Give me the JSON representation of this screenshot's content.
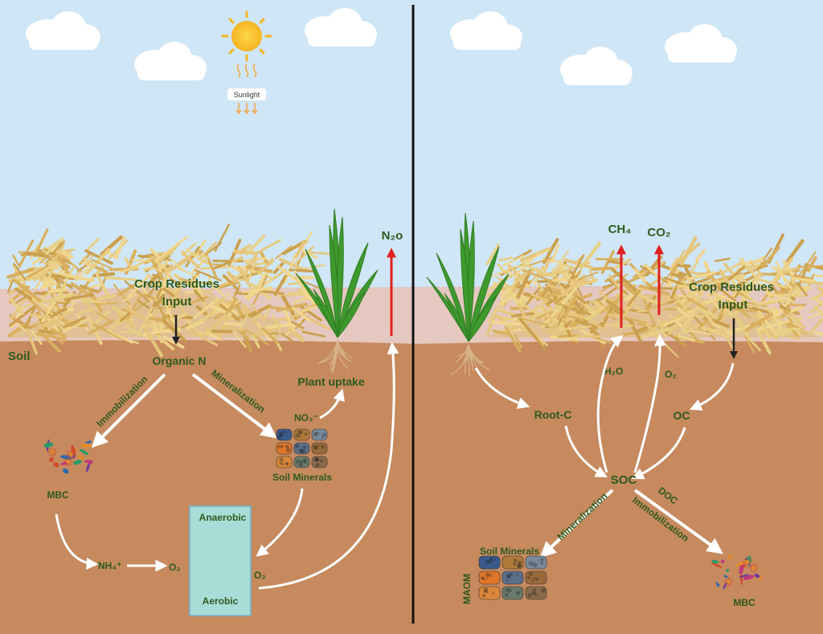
{
  "sun_label": "Sunlight",
  "soil_label": "Soil",
  "left": {
    "crop_input_line1": "Crop Residues",
    "crop_input_line2": "Input",
    "organic_n": "Organic N",
    "immobilization": "Immobilization",
    "mineralization": "Mineralization",
    "plant_uptake": "Plant uptake",
    "no3": "NO₃⁻",
    "n2o": "N₂o",
    "mbc": "MBC",
    "soil_minerals": "Soil Minerals",
    "nh4": "NH₄⁺",
    "o2_left": "O₂",
    "o2_right": "O₂",
    "anaerobic": "Anaerobic",
    "aerobic": "Aerobic"
  },
  "right": {
    "ch4": "CH₄",
    "co2": "CO₂",
    "crop_input_line1": "Crop Residues",
    "crop_input_line2": "Input",
    "h2o": "H₂O",
    "o2": "O₂",
    "root_c": "Root-C",
    "oc": "OC",
    "soc": "SOC",
    "doc": "DOC",
    "mineralization": "Mineralization",
    "immobilization": "Immobilization",
    "soil_minerals": "Soil Minerals",
    "maom": "MAOM",
    "mbc": "MBC"
  },
  "colors": {
    "sky": "#cfe6f6",
    "soil": "#c68a5e",
    "residue_band": "#e5c8c0",
    "straw": "#e0c07a",
    "text_green": "#2e5a1f",
    "arrow_red": "#e02020",
    "arrow_white": "#ffffff",
    "box_fill": "#a8dcd6"
  }
}
